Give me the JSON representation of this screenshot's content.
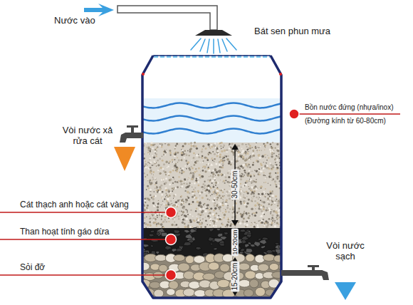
{
  "diagram": {
    "labels": [
      "Nước vào",
      "Bát sen phun mưa",
      "Bồn nước đứng (nhựa/inox)",
      "(Đường kính từ 60-80cm)",
      "Vòi nước xả rửa cát",
      "Cát thạch anh hoặc cát vàng",
      "Than hoạt tính gáo dừa",
      "Sỏi đỡ",
      "Vòi nước sạch",
      "30-50cm",
      "10-20cm",
      "15-20cm"
    ]
  }
}
